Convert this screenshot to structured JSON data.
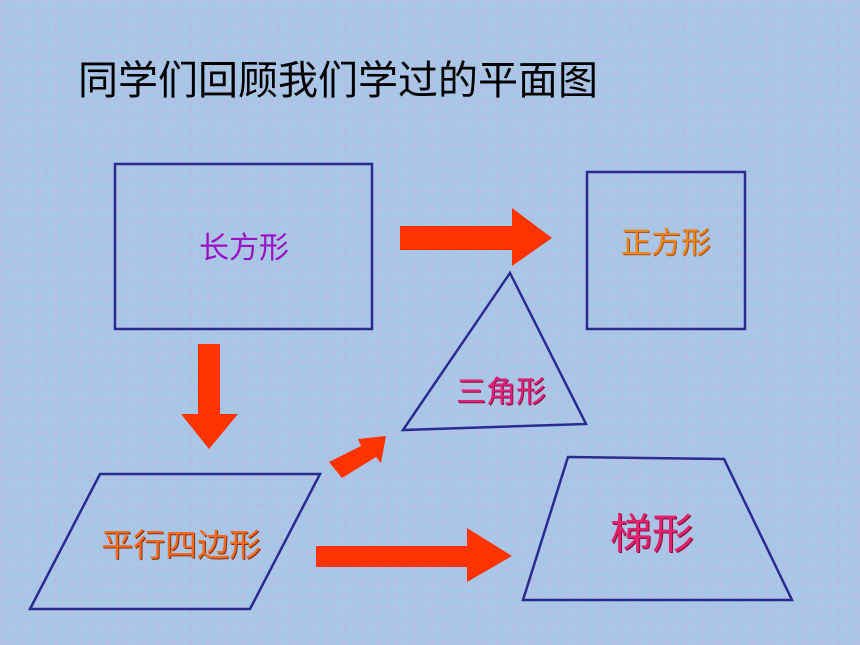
{
  "title": "同学们回顾我们学过的平面图",
  "shapes": {
    "rectangle": "长方形",
    "square": "正方形",
    "triangle": "三角形",
    "parallelogram": "平行四边形",
    "trapezoid": "梯形"
  },
  "colors": {
    "outline": "#2b2b8f",
    "arrow": "#ff3300"
  }
}
